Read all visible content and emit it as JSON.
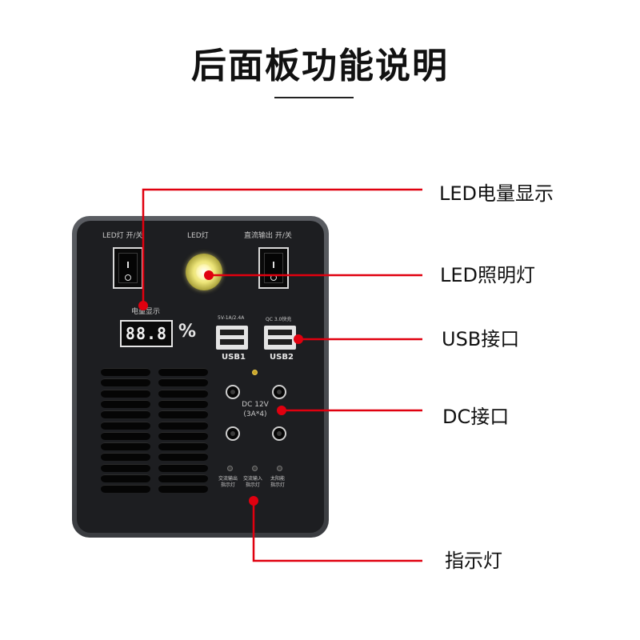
{
  "title": "后面板功能说明",
  "panel": {
    "switch_left_label": "LED灯 开/关",
    "lamp_label": "LED灯",
    "switch_right_label": "直流输出 开/关",
    "battery_display_label": "电量显示",
    "lcd_value": "88.8",
    "percent_sign": "%",
    "usb1_spec": "5V-1A/2.4A",
    "usb2_spec": "QC 3.0快充",
    "usb1_caption": "USB1",
    "usb2_caption": "USB2",
    "dc_label_line1": "DC 12V",
    "dc_label_line2": "(3A*4)",
    "indicator_1": [
      "交流输出",
      "指示灯"
    ],
    "indicator_2": [
      "交流输入",
      "指示灯"
    ],
    "indicator_3": [
      "太阳能",
      "指示灯"
    ]
  },
  "callouts": {
    "led_display": "LED电量显示",
    "led_light": "LED照明灯",
    "usb": "USB接口",
    "dc": "DC接口",
    "indicator": "指示灯"
  },
  "colors": {
    "callout_line": "#e0000f",
    "callout_dot": "#e0000f"
  }
}
